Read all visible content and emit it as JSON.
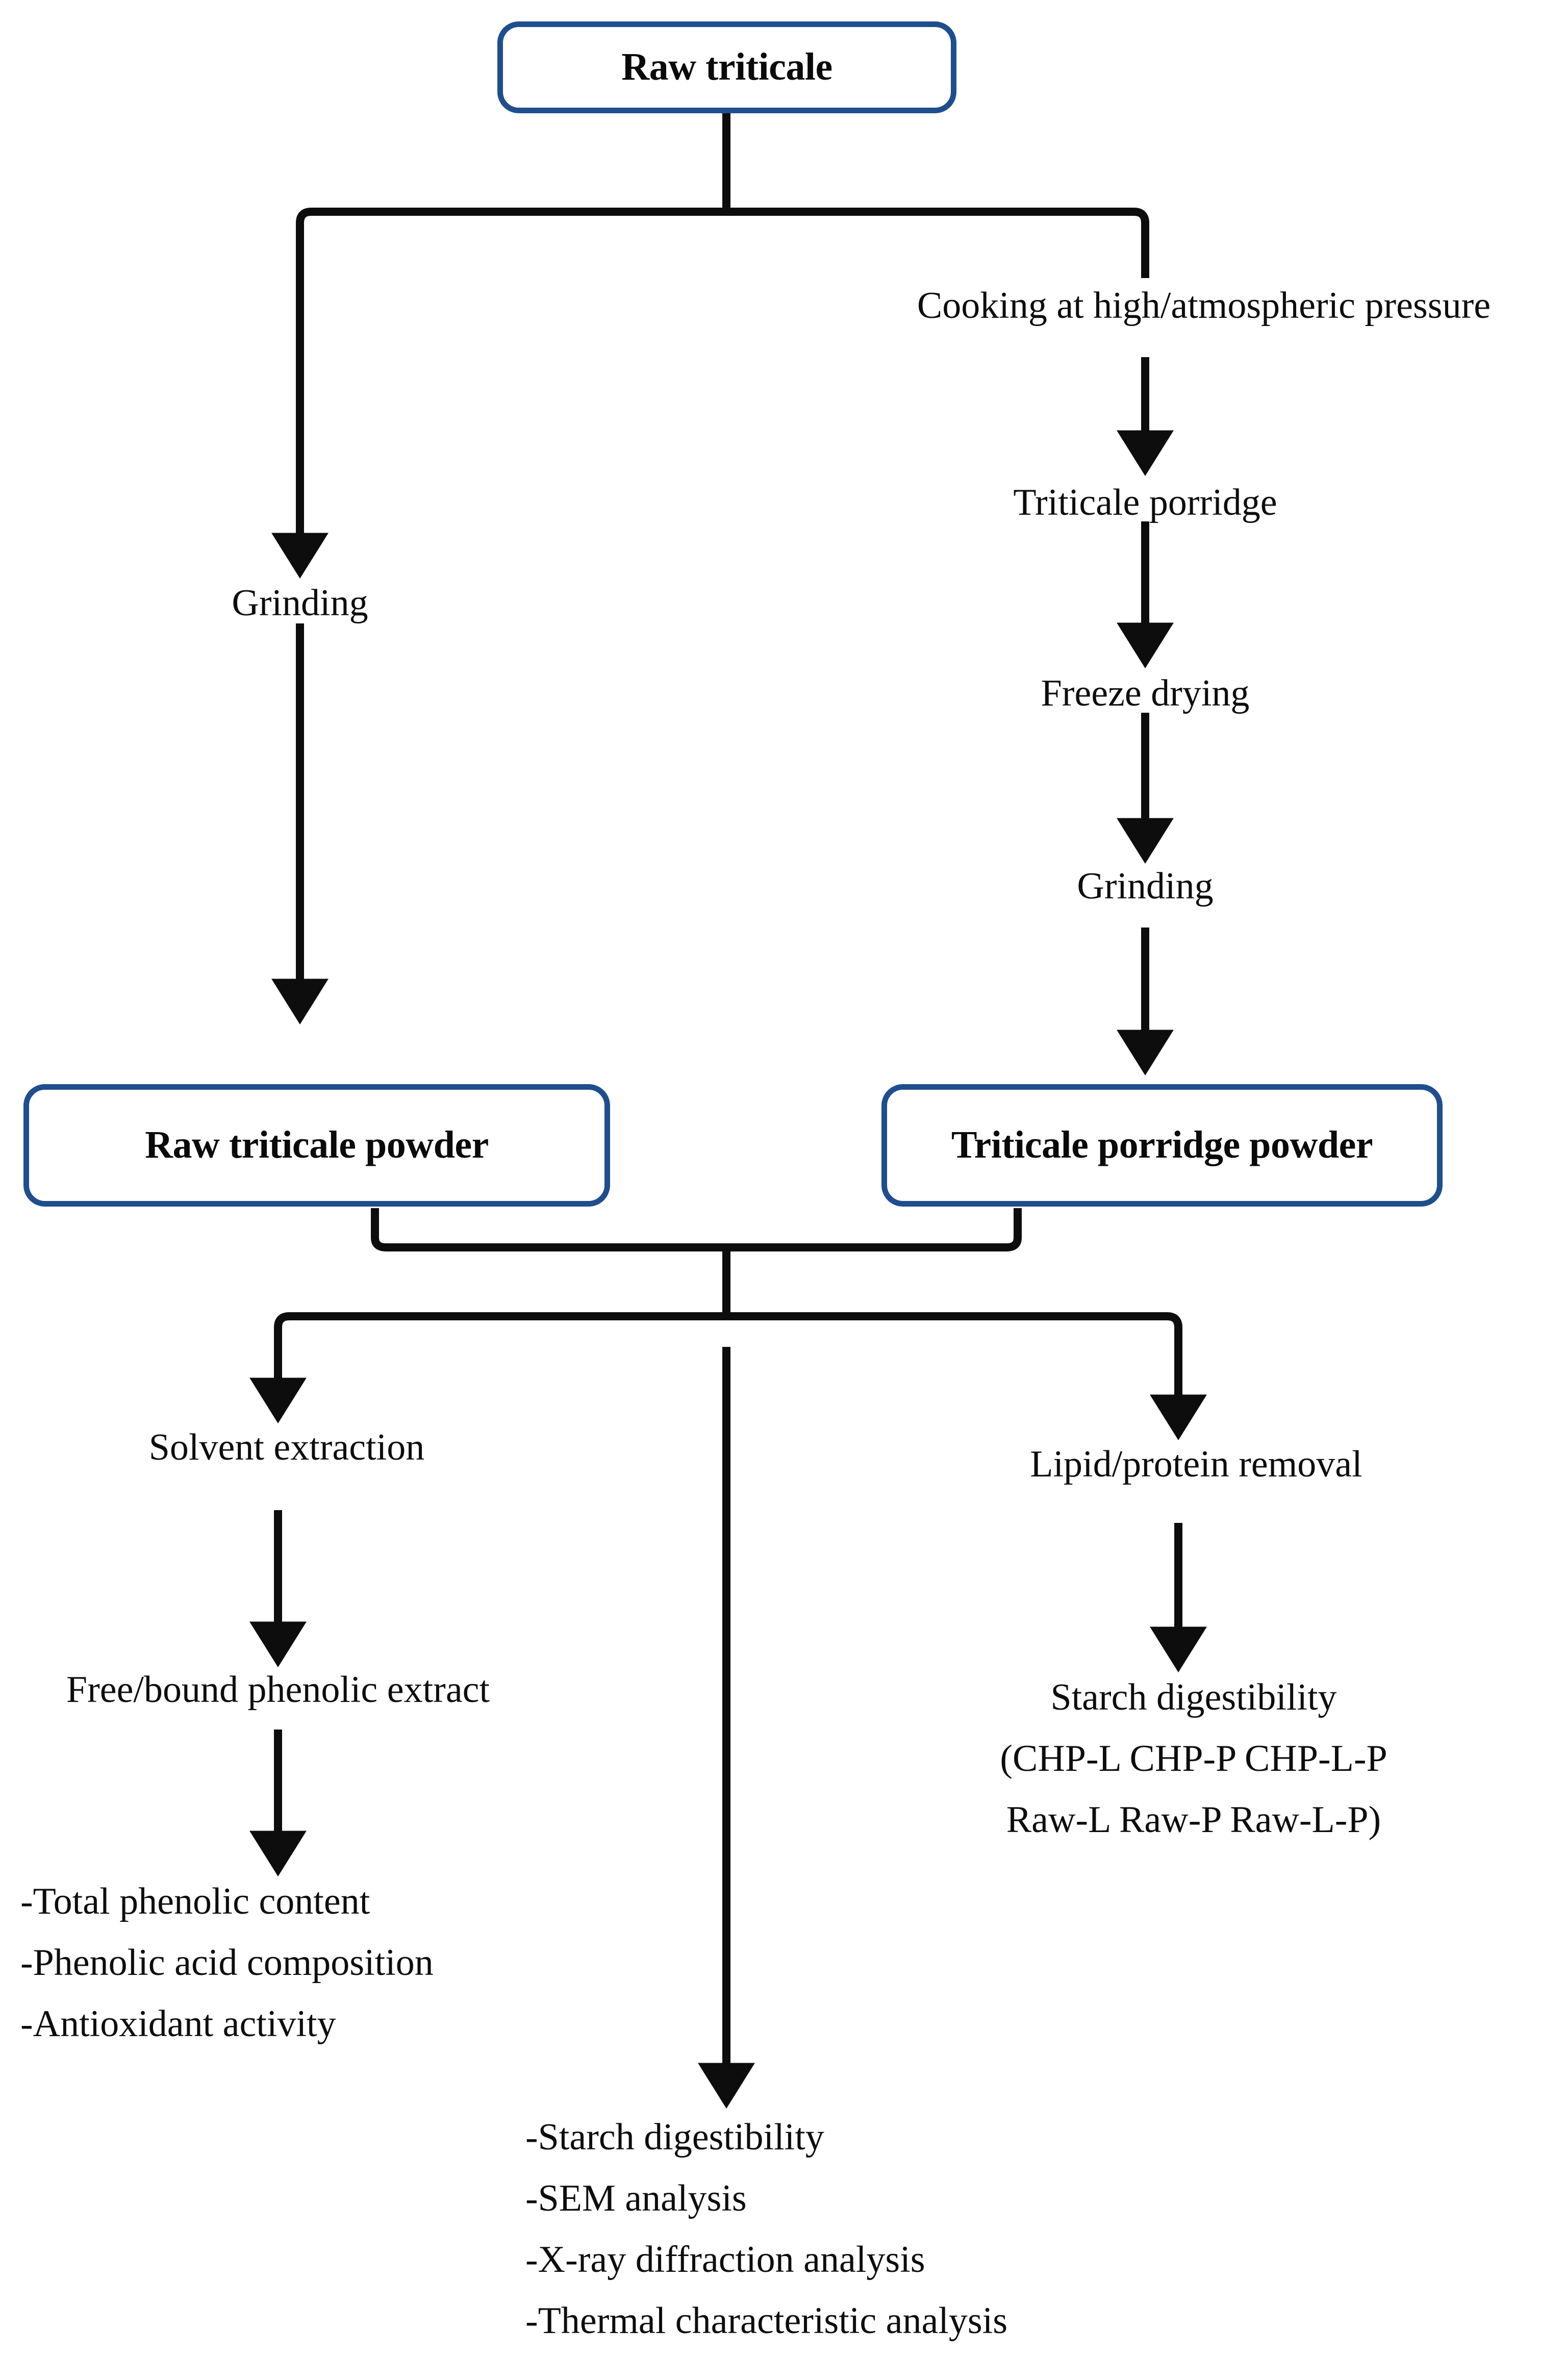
{
  "diagram": {
    "title_flow": "Triticale processing and analysis flowchart",
    "accent_color": "#1f4e8e",
    "line_color": "#0d0d0d",
    "background": "#ffffff",
    "boxes": {
      "raw_triticale": "Raw triticale",
      "raw_triticale_powder": "Raw triticale powder",
      "triticale_porridge_powder": "Triticale porridge powder"
    },
    "steps": {
      "cooking": "Cooking at high/atmospheric pressure",
      "triticale_porridge": "Triticale porridge",
      "freeze_drying": "Freeze drying",
      "grinding_right": "Grinding",
      "grinding_left": "Grinding",
      "solvent_extraction": "Solvent extraction",
      "free_bound_phenolic_extract": "Free/bound phenolic extract",
      "lipid_protein_removal": "Lipid/protein removal"
    },
    "phenolic_analyses": [
      "-Total phenolic content",
      "-Phenolic acid composition",
      "-Antioxidant activity"
    ],
    "center_analyses": [
      "-Starch digestibility",
      "-SEM analysis",
      "-X-ray diffraction analysis",
      "-Thermal characteristic analysis"
    ],
    "starch_digestibility": {
      "heading": "Starch digestibility",
      "samples_line1": "(CHP-L CHP-P CHP-L-P",
      "samples_line2": "Raw-L Raw-P Raw-L-P)"
    }
  }
}
